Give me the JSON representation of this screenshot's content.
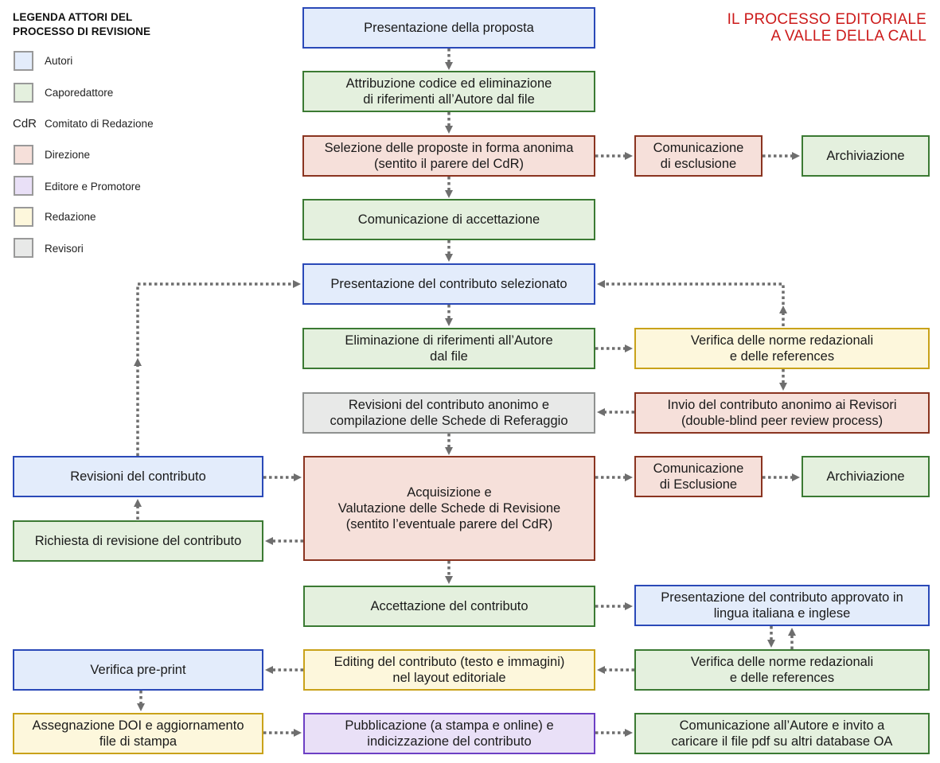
{
  "legend": {
    "title_line1": "LEGENDA ATTORI DEL",
    "title_line2": "PROCESSO DI REVISIONE",
    "items": [
      {
        "label": "Autori",
        "color": "#e3ecfb",
        "border": "#2a49b8"
      },
      {
        "label": "Caporedattore",
        "color": "#e4f0de",
        "border": "#3b7a33"
      },
      {
        "abbr": "CdR",
        "label": "Comitato di Redazione"
      },
      {
        "label": "Direzione",
        "color": "#f6e0da",
        "border": "#8a3420"
      },
      {
        "label": "Editore e Promotore",
        "color": "#e9e0f7",
        "border": "#6c3fc4"
      },
      {
        "label": "Redazione",
        "color": "#fdf7dc",
        "border": "#c9a21a"
      },
      {
        "label": "Revisori",
        "color": "#e8e9e8",
        "border": "#8f9190"
      }
    ]
  },
  "title": {
    "line1": "IL PROCESSO EDITORIALE",
    "line2": "A VALLE DELLA CALL"
  },
  "nodes": {
    "presentazione_proposta": {
      "lines": [
        "Presentazione della proposta"
      ]
    },
    "attribuzione_codice": {
      "lines": [
        "Attribuzione codice ed eliminazione",
        "di riferimenti all’Autore dal file"
      ]
    },
    "selezione_proposte": {
      "lines": [
        "Selezione delle proposte in forma anonima",
        "(sentito il parere del CdR)"
      ]
    },
    "comunicazione_esclusione_1": {
      "lines": [
        "Comunicazione",
        "di esclusione"
      ]
    },
    "archiviazione_1": {
      "lines": [
        "Archiviazione"
      ]
    },
    "comunicazione_accettazione": {
      "lines": [
        "Comunicazione di accettazione"
      ]
    },
    "presentazione_contributo": {
      "lines": [
        "Presentazione del contributo selezionato"
      ]
    },
    "eliminazione_riferimenti": {
      "lines": [
        "Eliminazione di riferimenti all’Autore",
        "dal file"
      ]
    },
    "verifica_norme_1": {
      "lines": [
        "Verifica delle norme redazionali",
        "e delle references"
      ]
    },
    "revisioni_anonimo": {
      "lines": [
        "Revisioni del contributo anonimo e",
        "compilazione delle Schede di Referaggio"
      ]
    },
    "invio_revisori": {
      "lines": [
        "Invio del contributo anonimo ai Revisori",
        "(double-blind peer review process)"
      ]
    },
    "revisioni_contributo": {
      "lines": [
        "Revisioni del contributo"
      ]
    },
    "acquisizione": {
      "lines": [
        "Acquisizione e",
        "Valutazione delle Schede di Revisione",
        "(sentito l’eventuale parere del CdR)"
      ]
    },
    "comunicazione_esclusione_2": {
      "lines": [
        "Comunicazione",
        "di Esclusione"
      ]
    },
    "archiviazione_2": {
      "lines": [
        "Archiviazione"
      ]
    },
    "richiesta_revisione": {
      "lines": [
        "Richiesta di revisione del contributo"
      ]
    },
    "accettazione_contributo": {
      "lines": [
        "Accettazione del contributo"
      ]
    },
    "presentazione_approvato": {
      "lines": [
        "Presentazione del contributo approvato in",
        "lingua italiana e inglese"
      ]
    },
    "verifica_preprint": {
      "lines": [
        "Verifica pre-print"
      ]
    },
    "editing": {
      "lines": [
        "Editing del contributo (testo e immagini)",
        "nel layout editoriale"
      ]
    },
    "verifica_norme_2": {
      "lines": [
        "Verifica delle norme redazionali",
        "e delle references"
      ]
    },
    "assegnazione_doi": {
      "lines": [
        "Assegnazione DOI e aggiornamento",
        "file di stampa"
      ]
    },
    "pubblicazione": {
      "lines": [
        "Pubblicazione (a stampa e online) e",
        "indicizzazione del contributo"
      ]
    },
    "comunicazione_autore": {
      "lines": [
        "Comunicazione all’Autore e invito a",
        "caricare il file pdf su altri database OA"
      ]
    }
  },
  "arrow_color": "#6e6e6e"
}
